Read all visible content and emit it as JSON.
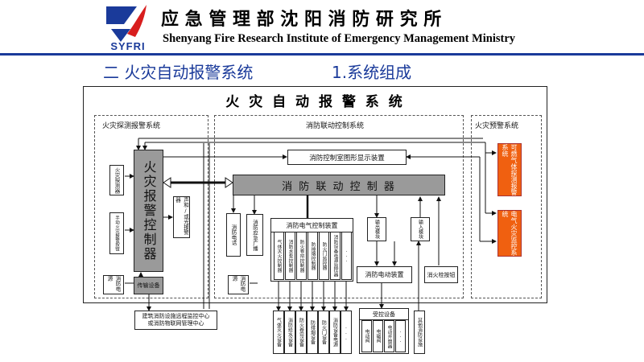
{
  "header": {
    "logo_text": "SYFRI",
    "title_cn": "应 急 管 理 部 沈 阳 消 防 研 究 所",
    "title_en": "Shenyang Fire Research Institute of Emergency Management Ministry"
  },
  "slide": {
    "section": "二  火灾自动报警系统",
    "subsection": "1.系统组成"
  },
  "diagram": {
    "title": "火 灾 自 动 报 警 系 统",
    "groups": {
      "detection": "火灾探测报警系统",
      "linkage": "消防联动控制系统",
      "warning": "火灾预警系统"
    },
    "fire_alarm_controller": "火灾报警控制器",
    "detector": "火灾探测器",
    "manual_button": "手动火灾报警按钮",
    "sound_light": "声和/或光报警器",
    "power_left": "消防电源",
    "transmission": "传输设备",
    "remote_center": [
      "建筑消防设施远程监控中心",
      "或消防物联网管理中心"
    ],
    "graphic_display": "消防控制室图形显示装置",
    "linkage_controller": "消 防 联 动 控 制 器",
    "fire_phone": "消防电话",
    "emergency_broadcast": "消防应急广播",
    "power_mid": "消防电源",
    "electric_control_device": "消防电气控制装置",
    "control_devices": [
      "气体灭火控制器",
      "消防水泵控制器",
      "防火卷帘控制器",
      "防排烟控制器",
      "防火门监控器",
      "消防设备电源监控器",
      "..."
    ],
    "field_devices": [
      "气体灭火设备",
      "消防给水设备",
      "防火卷帘设备",
      "防排烟设备",
      "防火门设备",
      "消防设备电源",
      "..."
    ],
    "io_module_out": "输出模块",
    "io_module_in": "输入模块",
    "electric_actuator": "消防电动装置",
    "hydrant_button": "消火栓按钮",
    "controlled_equipment": "受控设备",
    "controlled_items": [
      "电动阀",
      "电磁阀",
      "电动开窗器",
      "..."
    ],
    "other_facilities": "其他消防设施",
    "combustible_gas": "可燃气体探测报警系统",
    "electrical_fire": "电气火灾监控系统"
  },
  "colors": {
    "title_blue": "#1a3a9a",
    "logo_red": "#d81e1e",
    "orange": "#f06010",
    "gray": "#9a9a9a"
  }
}
